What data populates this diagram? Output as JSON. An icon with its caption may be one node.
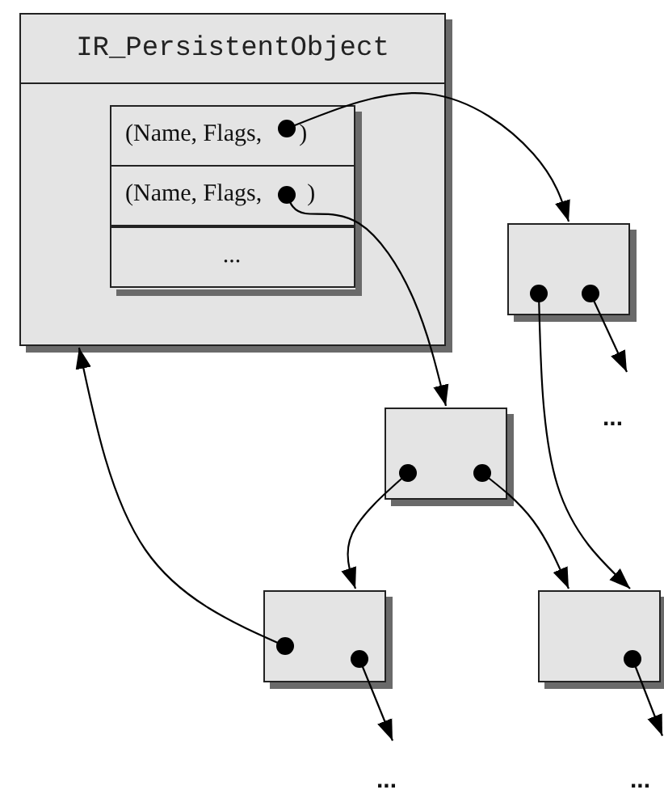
{
  "diagram": {
    "nodes": [
      {
        "text": [
          "IR_PersistentObject"
        ]
      },
      {
        "text": [
          "(Name, Flags,",
          ")"
        ],
        "in": 0
      },
      {
        "text": [
          "(Name, Flags,",
          ")"
        ],
        "in": 0
      },
      {
        "text": [
          "..."
        ],
        "in": 0
      },
      {
        "text": [],
        "shape": "box"
      },
      {
        "text": [],
        "shape": "box"
      },
      {
        "text": [],
        "shape": "box"
      },
      {
        "text": [],
        "shape": "box"
      }
    ],
    "edges": [
      {
        "from": 1,
        "to": 4,
        "arrow": "to"
      },
      {
        "from": 2,
        "to": 5,
        "arrow": "to"
      },
      {
        "from": 4,
        "to": 7,
        "arrow": "to"
      },
      {
        "from": 4,
        "to": null,
        "arrow": "to"
      },
      {
        "from": 5,
        "to": 6,
        "arrow": "to"
      },
      {
        "from": 5,
        "to": 7,
        "arrow": "to"
      },
      {
        "from": 6,
        "to": 0,
        "arrow": "to"
      },
      {
        "from": 6,
        "to": null,
        "arrow": "to"
      },
      {
        "from": 7,
        "to": null,
        "arrow": "to"
      }
    ],
    "labels": [
      "...",
      "...",
      "..."
    ]
  }
}
